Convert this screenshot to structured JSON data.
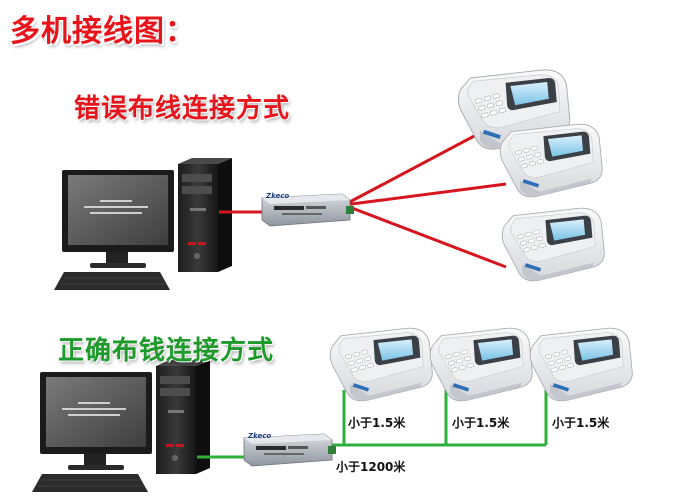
{
  "titles": {
    "main": "多机接线图：",
    "wrong": "错误布线连接方式",
    "correct": "正确布钱连接方式"
  },
  "distance_labels": {
    "branch_1": "小于1.5米",
    "branch_2": "小于1.5米",
    "branch_3": "小于1.5米",
    "trunk": "小于1200米"
  },
  "device_brand": "Zkeco",
  "colors": {
    "wrong_line": "#d5161e",
    "correct_line": "#2eaf3a",
    "title_red": "#e8141b",
    "title_green": "#1e9a2a"
  }
}
